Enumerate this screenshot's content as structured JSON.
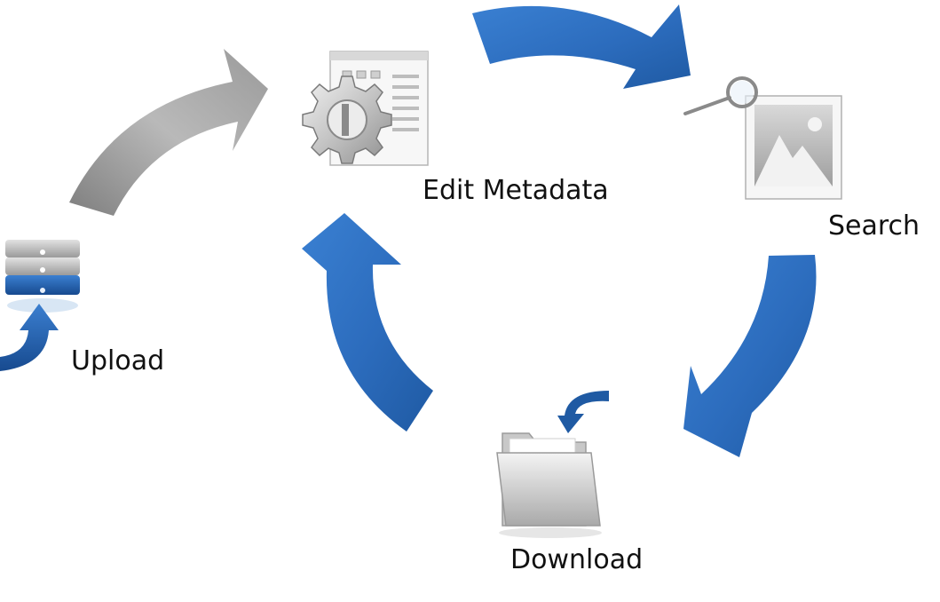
{
  "stages": {
    "upload": {
      "label": "Upload",
      "icon": "server-upload-icon"
    },
    "edit_metadata": {
      "label": "Edit Metadata",
      "icon": "gear-document-icon"
    },
    "search": {
      "label": "Search",
      "icon": "image-search-icon"
    },
    "download": {
      "label": "Download",
      "icon": "folder-download-icon"
    }
  },
  "colors": {
    "cycle_arrow": "#2f6fc0",
    "upload_arrow": "#8a8a8a",
    "label_text": "#111111"
  }
}
